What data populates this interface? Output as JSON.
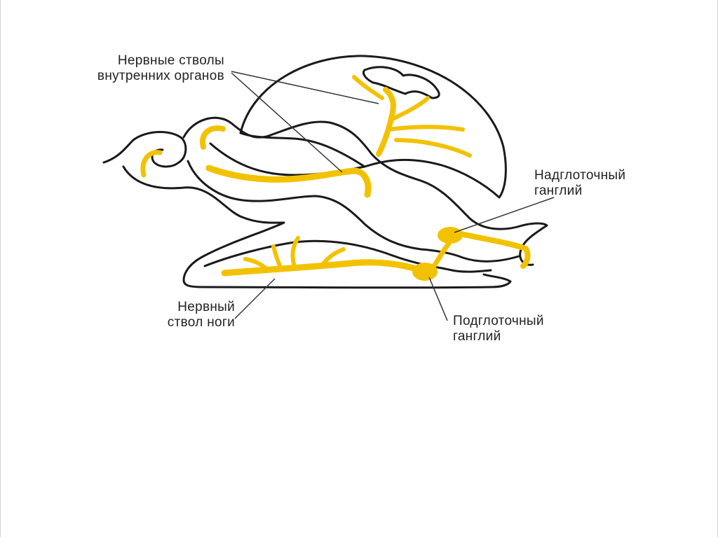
{
  "diagram": {
    "colors": {
      "outline": "#1a1a1a",
      "nerve": "#f2c200",
      "pointer": "#333333",
      "background": "#ffffff"
    },
    "labels": {
      "visceral_nerves": [
        "Нервные стволы",
        "внутренних органов"
      ],
      "cerebral_ganglion": [
        "Надглоточный",
        "ганглий"
      ],
      "pedal_nerve": [
        "Нервный",
        "ствол ноги"
      ],
      "pedal_ganglion": [
        "Подглоточный",
        "ганглий"
      ]
    }
  }
}
